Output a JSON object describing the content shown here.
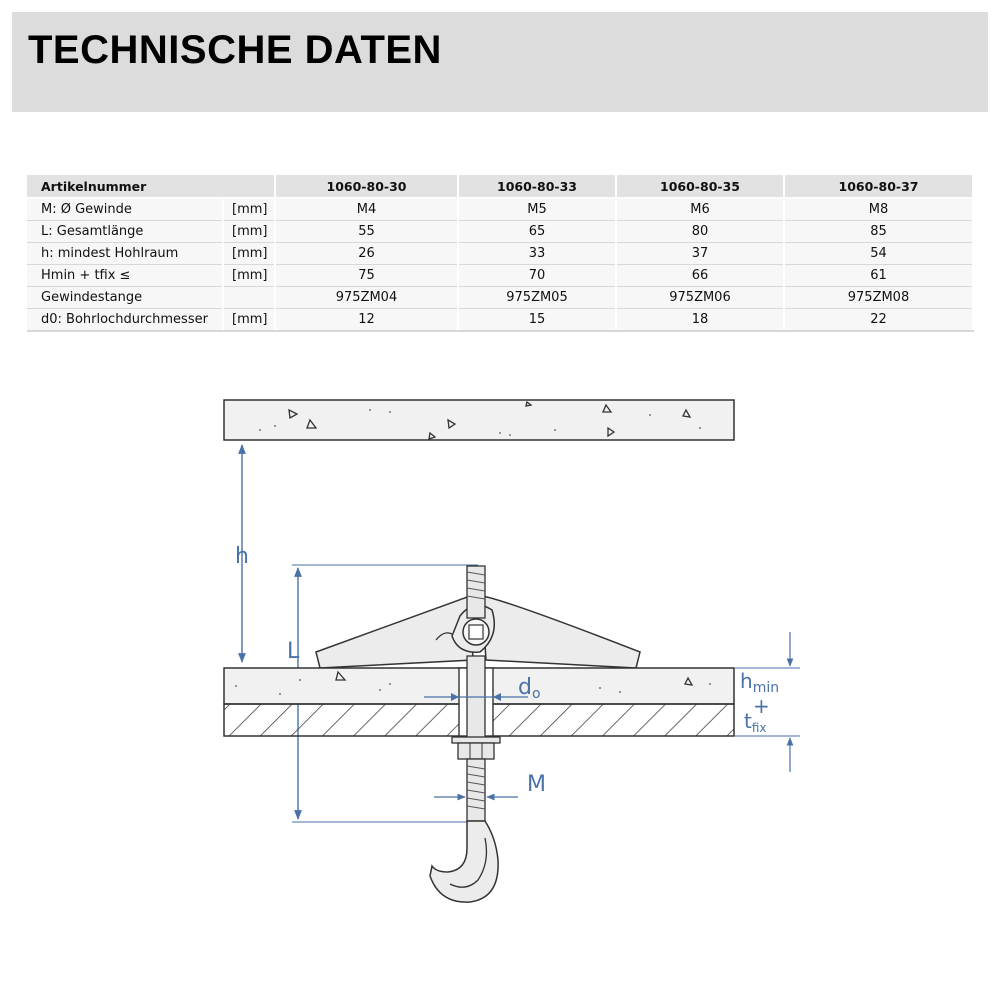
{
  "header": {
    "title": "TECHNISCHE DATEN"
  },
  "table": {
    "head_label": "Artikelnummer",
    "columns": [
      "1060-80-30",
      "1060-80-33",
      "1060-80-35",
      "1060-80-37"
    ],
    "rows": [
      {
        "label": "M: Ø Gewinde",
        "unit": "[mm]",
        "values": [
          "M4",
          "M5",
          "M6",
          "M8"
        ]
      },
      {
        "label": "L: Gesamtlänge",
        "unit": "[mm]",
        "values": [
          "55",
          "65",
          "80",
          "85"
        ]
      },
      {
        "label": "h: mindest Hohlraum",
        "unit": "[mm]",
        "values": [
          "26",
          "33",
          "37",
          "54"
        ]
      },
      {
        "label": "Hmin + tfix ≤",
        "unit": "[mm]",
        "values": [
          "75",
          "70",
          "66",
          "61"
        ]
      },
      {
        "label": "Gewindestange",
        "unit": "",
        "values": [
          "975ZM04",
          "975ZM05",
          "975ZM06",
          "975ZM08"
        ]
      },
      {
        "label": "d0: Bohrlochdurchmesser",
        "unit": "[mm]",
        "values": [
          "12",
          "15",
          "18",
          "22"
        ]
      }
    ]
  },
  "diagram": {
    "label_h": "h",
    "label_L": "L",
    "label_d": "d",
    "label_d_sub": "o",
    "label_hmin": "h",
    "label_hmin_sub": "min",
    "label_plus": "+",
    "label_tfix": "t",
    "label_tfix_sub": "fix",
    "label_M": "M",
    "line_color": "#4a72a8"
  }
}
